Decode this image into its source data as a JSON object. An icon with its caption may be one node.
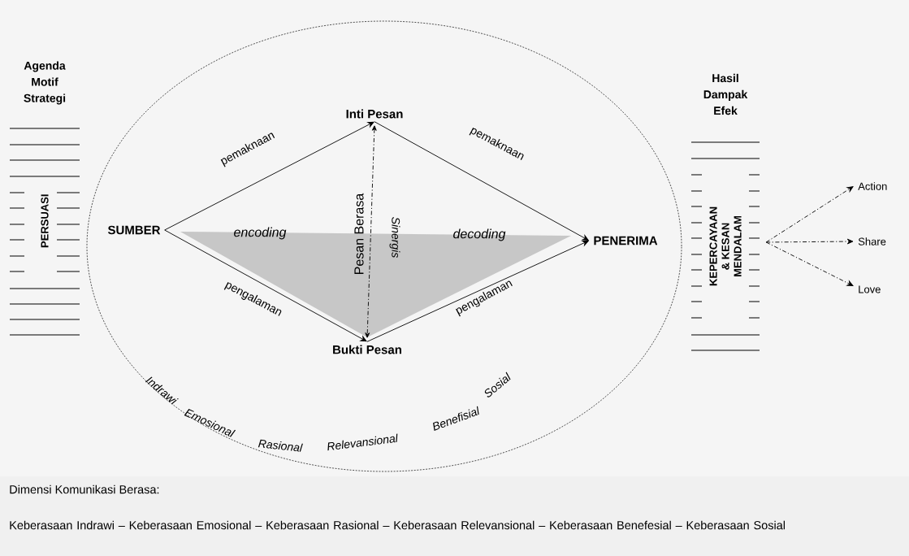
{
  "diagram": {
    "nodes": [
      {
        "text": [
          "SUMBER"
        ]
      },
      {
        "text": [
          "Inti Pesan"
        ]
      },
      {
        "text": [
          "Bukti Pesan"
        ]
      },
      {
        "text": [
          "PENERIMA"
        ]
      },
      {
        "text": [
          "Agenda Motif Strategi",
          "PERSUASI"
        ]
      },
      {
        "text": [
          "Hasil Dampak Efek",
          "KEPERCAYAAN & KESAN MENDALAM"
        ]
      },
      {
        "text": [
          "Action"
        ]
      },
      {
        "text": [
          "Share"
        ]
      },
      {
        "text": [
          "Love"
        ]
      }
    ],
    "edges": [
      {
        "from": 0,
        "to": 1,
        "arrow": "to",
        "label": "pemaknaan"
      },
      {
        "from": 1,
        "to": 3,
        "arrow": "to",
        "label": "pemaknaan"
      },
      {
        "from": 0,
        "to": 2,
        "arrow": "to",
        "label": "pengalaman"
      },
      {
        "from": 2,
        "to": 3,
        "arrow": "to",
        "label": "pengalaman"
      },
      {
        "from": 1,
        "to": 2,
        "arrow": "both",
        "style": "dashed",
        "label": "Sinergis"
      },
      {
        "from": 5,
        "to": 6,
        "arrow": "to",
        "style": "dashed"
      },
      {
        "from": 5,
        "to": 7,
        "arrow": "to",
        "style": "dashed"
      },
      {
        "from": 5,
        "to": 8,
        "arrow": "to",
        "style": "dashed"
      }
    ],
    "labels": [
      "encoding",
      "Pesan Berasa",
      "decoding",
      "Indrawi",
      "Emosional",
      "Rasional",
      "Relevansional",
      "Benefisial",
      "Sosial",
      "Dimensi Komunikasi Berasa:",
      "Keberasaan Indrawi – Keberasaan Emosional – Keberasaan Rasional – Keberasaan Relevansional – Keberasaan Benefesial – Keberasaan Sosial"
    ]
  }
}
